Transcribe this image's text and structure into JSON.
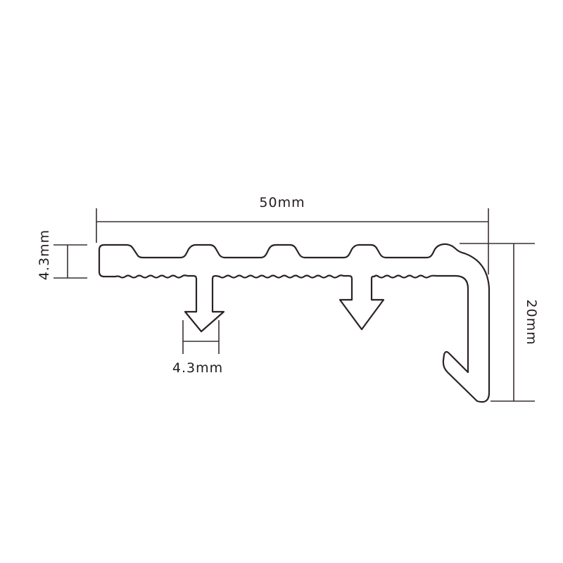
{
  "diagram": {
    "type": "technical-cross-section",
    "subject": "stair nosing / edge trim profile",
    "stroke_color": "#2b2323",
    "background": "#ffffff",
    "dimensions": {
      "overall_width": {
        "label": "50mm",
        "orientation": "horizontal",
        "position": "top"
      },
      "top_thickness": {
        "label": "4.3mm",
        "orientation": "vertical",
        "position": "left"
      },
      "leg_width": {
        "label": "4.3mm",
        "orientation": "horizontal",
        "position": "below-left-leg"
      },
      "overall_height": {
        "label": "20mm",
        "orientation": "vertical",
        "position": "right"
      }
    },
    "features": [
      {
        "name": "top-ribbed-surface",
        "ribs": 5
      },
      {
        "name": "serrated-underside"
      },
      {
        "name": "arrow-leg-left"
      },
      {
        "name": "arrow-leg-right"
      },
      {
        "name": "rounded-nose-with-hook"
      }
    ]
  }
}
